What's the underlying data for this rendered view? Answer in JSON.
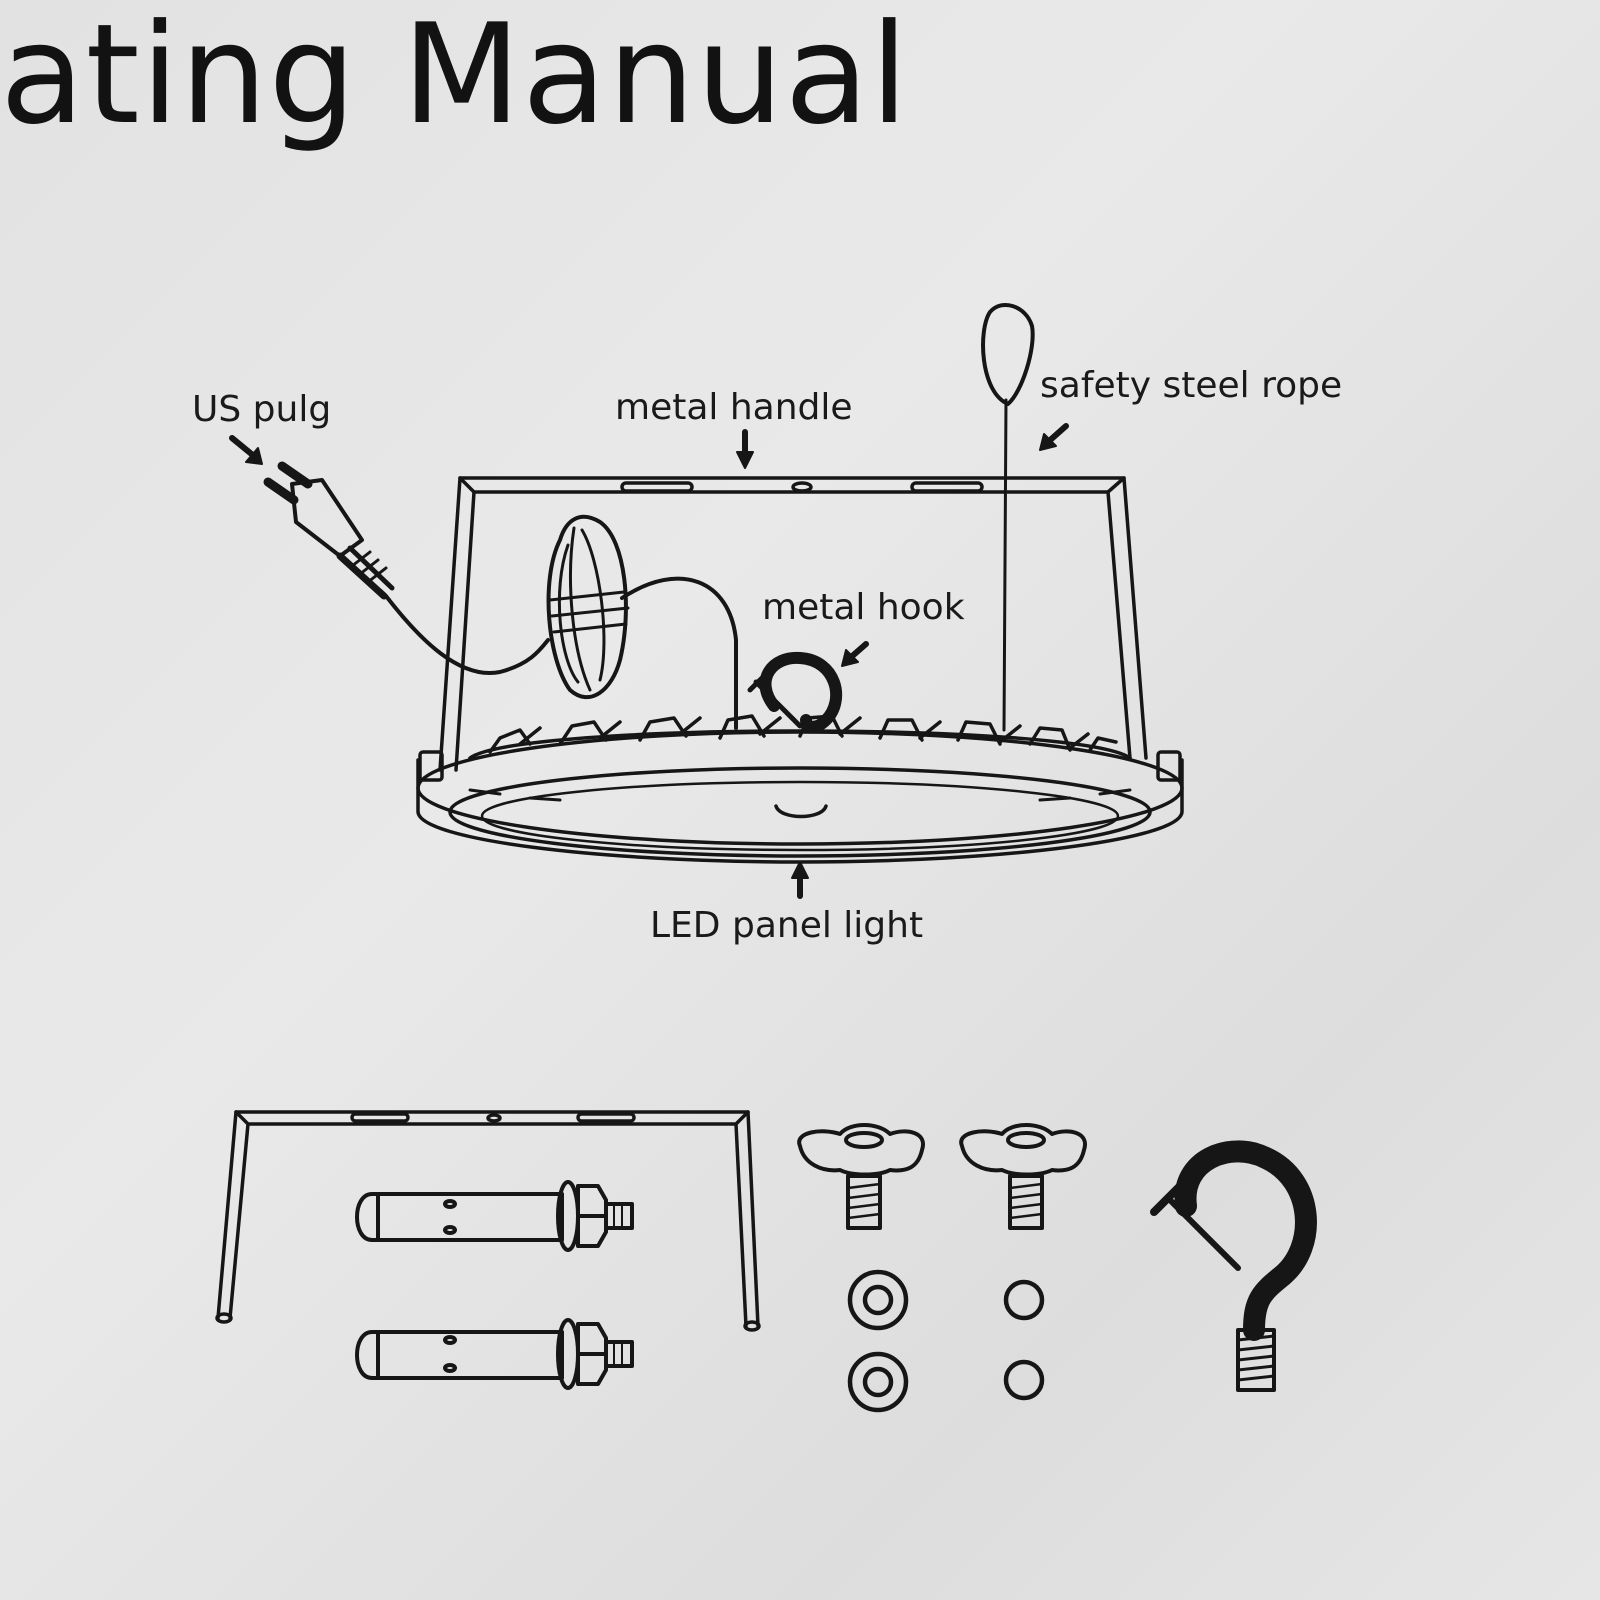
{
  "title": "ating Manual",
  "labels": {
    "us_plug": "US pulg",
    "metal_handle": "metal handle",
    "safety_steel_rope": "safety steel rope",
    "metal_hook": "metal hook",
    "led_panel_light": "LED panel light"
  },
  "icons": {
    "plug": "us-plug-icon",
    "cord": "coiled-cord-icon",
    "handle": "metal-handle-icon",
    "rope": "safety-rope-icon",
    "hook": "metal-hook-icon",
    "panel": "led-panel-light-icon",
    "bolts": "expansion-bolt-icon",
    "thumb_screws": "thumb-screw-icon",
    "washers": "washer-icon"
  }
}
